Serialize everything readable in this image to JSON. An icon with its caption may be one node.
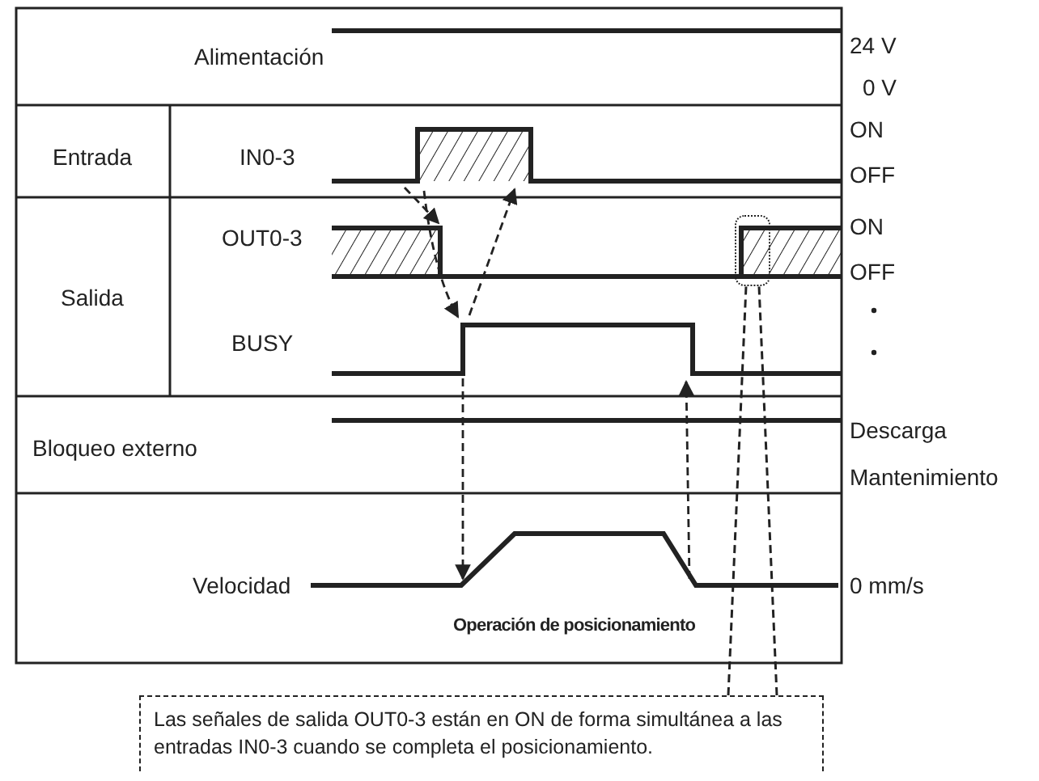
{
  "diagram": {
    "nodes": [
      {
        "text": [
          "Las señales de salida OUT0-3 están en ON de forma simultánea a las entradas IN0-3 cuando se completa el posicionamiento."
        ]
      },
      {
        "text": [],
        "shape": "box"
      }
    ],
    "edges": [
      {
        "from": 0,
        "to": 1,
        "arrow": "none",
        "style": "dashed"
      },
      {
        "from": 0,
        "to": 1,
        "arrow": "none",
        "style": "dashed"
      }
    ],
    "labels": [
      "Alimentación",
      "24 V",
      "0 V",
      "Entrada",
      "IN0-3",
      "ON",
      "OFF",
      "OUT0-3",
      "ON",
      "OFF",
      "Salida",
      "BUSY",
      "Bloqueo externo",
      "Descarga",
      "Mantenimiento",
      "Velocidad",
      "Operación de posicionamiento",
      "0 mm/s"
    ]
  }
}
